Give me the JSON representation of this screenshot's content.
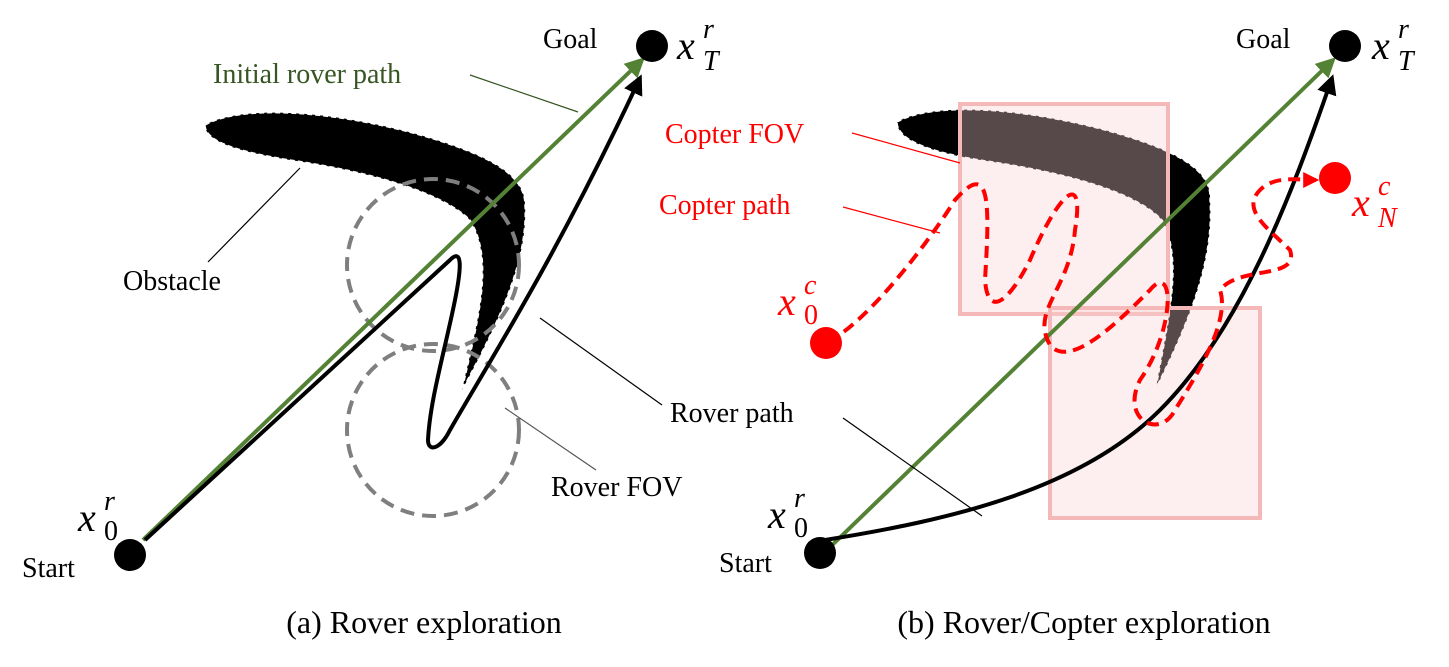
{
  "panel_a": {
    "caption": "(a) Rover exploration",
    "labels": {
      "goal": "Goal",
      "start": "Start",
      "initial_path": "Initial rover path",
      "obstacle": "Obstacle",
      "rover_path": "Rover path",
      "rover_fov": "Rover FOV"
    },
    "goal_symbol": {
      "base": "x",
      "sup": "r",
      "sub": "T"
    },
    "start_symbol": {
      "base": "x",
      "sup": "r",
      "sub": "0"
    }
  },
  "panel_b": {
    "caption": "(b) Rover/Copter exploration",
    "labels": {
      "goal": "Goal",
      "start": "Start",
      "copter_fov": "Copter FOV",
      "copter_path": "Copter path"
    },
    "goal_symbol": {
      "base": "x",
      "sup": "r",
      "sub": "T"
    },
    "start_symbol": {
      "base": "x",
      "sup": "r",
      "sub": "0"
    },
    "copter_start_symbol": {
      "base": "x",
      "sup": "c",
      "sub": "0"
    },
    "copter_end_symbol": {
      "base": "x",
      "sup": "c",
      "sub": "N"
    }
  },
  "colors": {
    "initial_path": "#548235",
    "initial_path_label": "#375623",
    "copter": "#ff0000",
    "copter_fov_box": "#f4b8b8",
    "rover_fov_circle": "#7f7f7f",
    "obstacle": "#000000"
  }
}
